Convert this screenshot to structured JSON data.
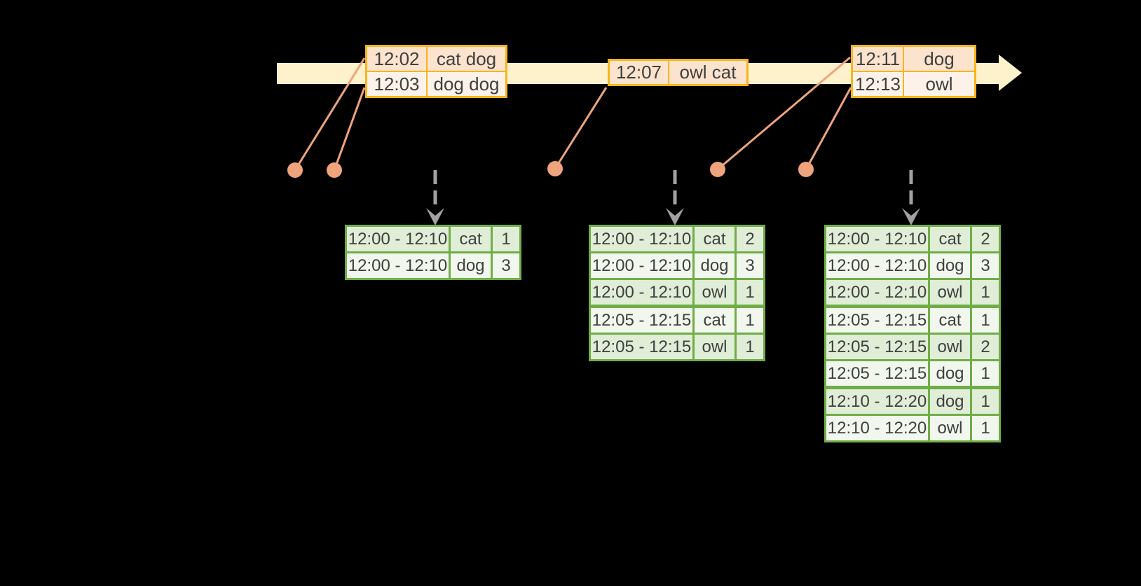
{
  "colors": {
    "background": "#000000",
    "timeline-fill": "#fdf2cc",
    "event-border": "#f6b51e",
    "event-row-dark": "#fbe3cd",
    "event-row-light": "#fdf2e9",
    "connector-salmon": "#efa47d",
    "trigger-gray": "#a2a2a2",
    "table-border": "#70ad47",
    "table-row-dark": "#e0edd7",
    "table-row-light": "#f1f7ed",
    "text-dark": "#3f3f3f"
  },
  "event_boxes": [
    {
      "rows": [
        {
          "time": "12:02",
          "words": "cat dog"
        },
        {
          "time": "12:03",
          "words": "dog dog"
        }
      ]
    },
    {
      "rows": [
        {
          "time": "12:07",
          "words": "owl cat"
        }
      ]
    },
    {
      "rows": [
        {
          "time": "12:11",
          "words": "dog"
        },
        {
          "time": "12:13",
          "words": "owl"
        }
      ]
    }
  ],
  "result_tables": [
    {
      "rows": [
        {
          "window": "12:00 - 12:10",
          "word": "cat",
          "count": "1"
        },
        {
          "window": "12:00 - 12:10",
          "word": "dog",
          "count": "3"
        }
      ]
    },
    {
      "rows": [
        {
          "window": "12:00 - 12:10",
          "word": "cat",
          "count": "2"
        },
        {
          "window": "12:00 - 12:10",
          "word": "dog",
          "count": "3"
        },
        {
          "window": "12:00 - 12:10",
          "word": "owl",
          "count": "1"
        },
        {
          "window": "12:05 - 12:15",
          "word": "cat",
          "count": "1"
        },
        {
          "window": "12:05 - 12:15",
          "word": "owl",
          "count": "1"
        }
      ]
    },
    {
      "rows": [
        {
          "window": "12:00 - 12:10",
          "word": "cat",
          "count": "2"
        },
        {
          "window": "12:00 - 12:10",
          "word": "dog",
          "count": "3"
        },
        {
          "window": "12:00 - 12:10",
          "word": "owl",
          "count": "1"
        },
        {
          "window": "12:05 - 12:15",
          "word": "cat",
          "count": "1"
        },
        {
          "window": "12:05 - 12:15",
          "word": "owl",
          "count": "2"
        },
        {
          "window": "12:05 - 12:15",
          "word": "dog",
          "count": "1"
        },
        {
          "window": "12:10 - 12:20",
          "word": "dog",
          "count": "1"
        },
        {
          "window": "12:10 - 12:20",
          "word": "owl",
          "count": "1"
        }
      ]
    }
  ]
}
